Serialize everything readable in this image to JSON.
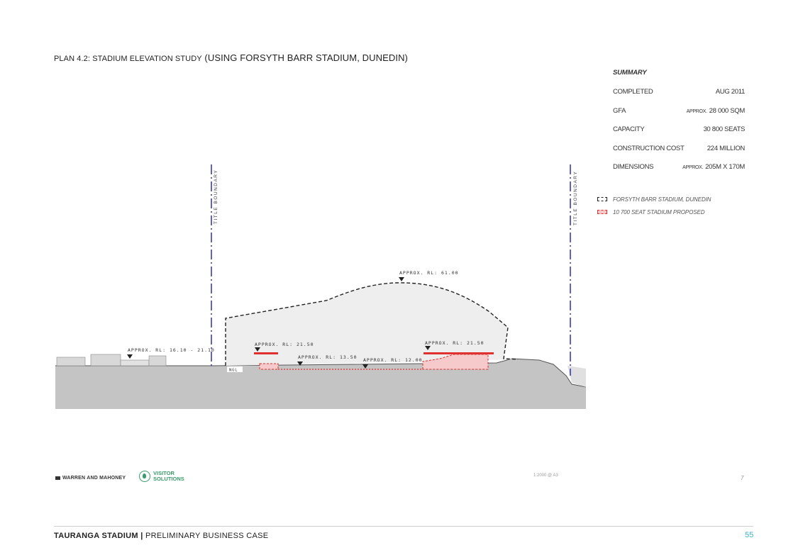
{
  "page_title": {
    "prefix": "Plan 4.2: Stadium Elevation Study",
    "suffix": "(USING FORSYTH BARR STADIUM, DUNEDIN)"
  },
  "summary": {
    "heading": "SUMMARY",
    "rows": [
      {
        "label": "COMPLETED",
        "approx": "",
        "value": "AUG 2011"
      },
      {
        "label": "GFA",
        "approx": "APPROX.",
        "value": "28 000 SQM"
      },
      {
        "label": "CAPACITY",
        "approx": "",
        "value": "30 800 SEATS"
      },
      {
        "label": "CONSTRUCTION COST",
        "approx": "",
        "value": "224 MILLION"
      },
      {
        "label": "DIMENSIONS",
        "approx": "APPROX.",
        "value": "205M X 170M"
      }
    ]
  },
  "legend": {
    "items": [
      {
        "label": "FORSYTH BARR STADIUM, DUNEDIN"
      },
      {
        "label": "10 700  SEAT STADIUM PROPOSED"
      }
    ]
  },
  "elevation": {
    "boundary_label": "TITLE BOUNDARY",
    "annotations": {
      "roof": "APPROX. RL: 61.00",
      "left_ground": "APPROX. RL: 16.10 - 21.10",
      "west_stand": "APPROX. RL: 21.50",
      "east_stand": "APPROX. RL: 21.50",
      "pitch_edge": "APPROX. RL: 13.50",
      "pitch": "APPROX. RL: 12.00",
      "ngl": "NGL"
    },
    "colors": {
      "boundary": "#3b3bb0",
      "proposed": "#e03030",
      "ground": "#c4c4c4",
      "envelope_fill": "#eeeeee"
    }
  },
  "footer_logos": {
    "warren_mahoney": "WARREN AND MAHONEY",
    "visitor_solutions": "VISITOR SOLUTIONS"
  },
  "scale_note": "1:2000 @ A3",
  "sheet_number": "7",
  "footer": {
    "project": "TAURANGA STADIUM",
    "separator": "|",
    "doc": "PRELIMINARY BUSINESS CASE",
    "page_number": "55"
  }
}
